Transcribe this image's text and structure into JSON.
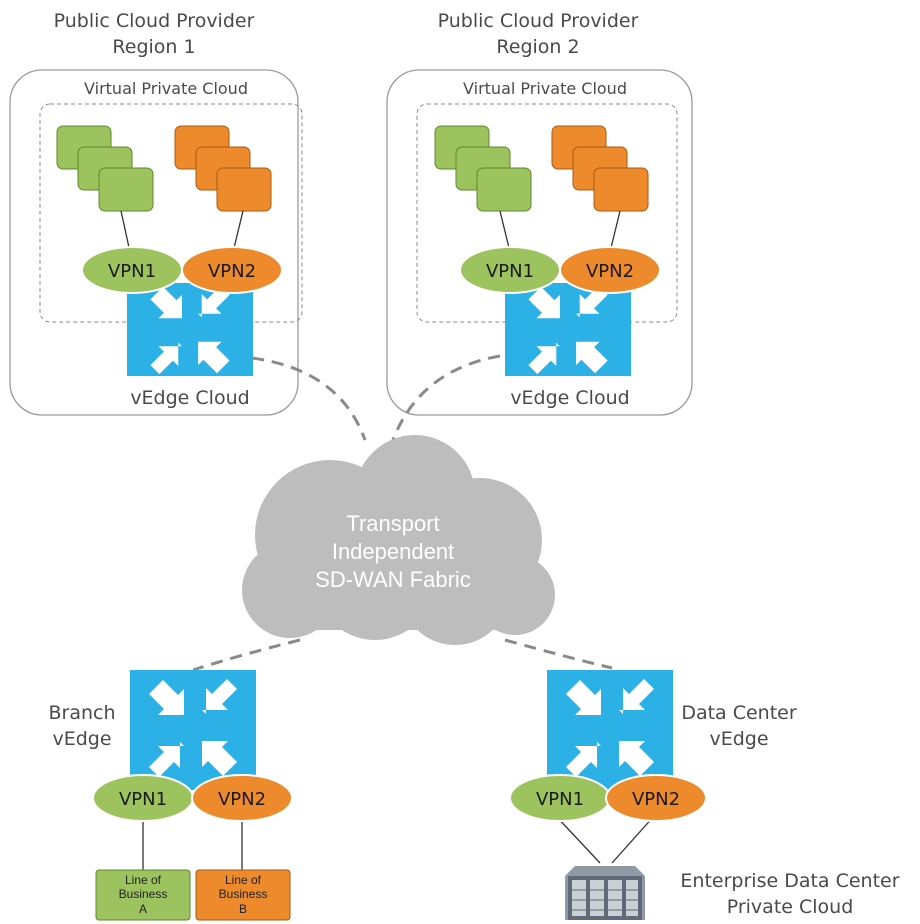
{
  "colors": {
    "green": "#9dc35e",
    "orange": "#ec8a2c",
    "blue": "#2bb1e6",
    "transport_cloud": "#bdbdbd",
    "dashed_link": "#8a8a8a"
  },
  "regions": [
    {
      "title_line1": "Public Cloud Provider",
      "title_line2": "Region 1",
      "vpc_label": "Virtual Private Cloud",
      "vpn1": "VPN1",
      "vpn2": "VPN2",
      "router_label": "vEdge Cloud"
    },
    {
      "title_line1": "Public Cloud Provider",
      "title_line2": "Region 2",
      "vpc_label": "Virtual Private Cloud",
      "vpn1": "VPN1",
      "vpn2": "VPN2",
      "router_label": "vEdge Cloud"
    }
  ],
  "transport": {
    "line1": "Transport",
    "line2": "Independent",
    "line3": "SD-WAN Fabric"
  },
  "branch": {
    "label_line1": "Branch",
    "label_line2": "vEdge",
    "vpn1": "VPN1",
    "vpn2": "VPN2",
    "lob_a": [
      "Line of",
      "Business",
      "A"
    ],
    "lob_b": [
      "Line of",
      "Business",
      "B"
    ]
  },
  "datacenter": {
    "label_line1": "Data Center",
    "label_line2": "vEdge",
    "vpn1": "VPN1",
    "vpn2": "VPN2",
    "caption_line1": "Enterprise Data Center",
    "caption_line2": "Private Cloud"
  },
  "icons": {
    "router": "router-arrows-icon",
    "server": "server-rack-icon",
    "cloud": "cloud-icon"
  }
}
